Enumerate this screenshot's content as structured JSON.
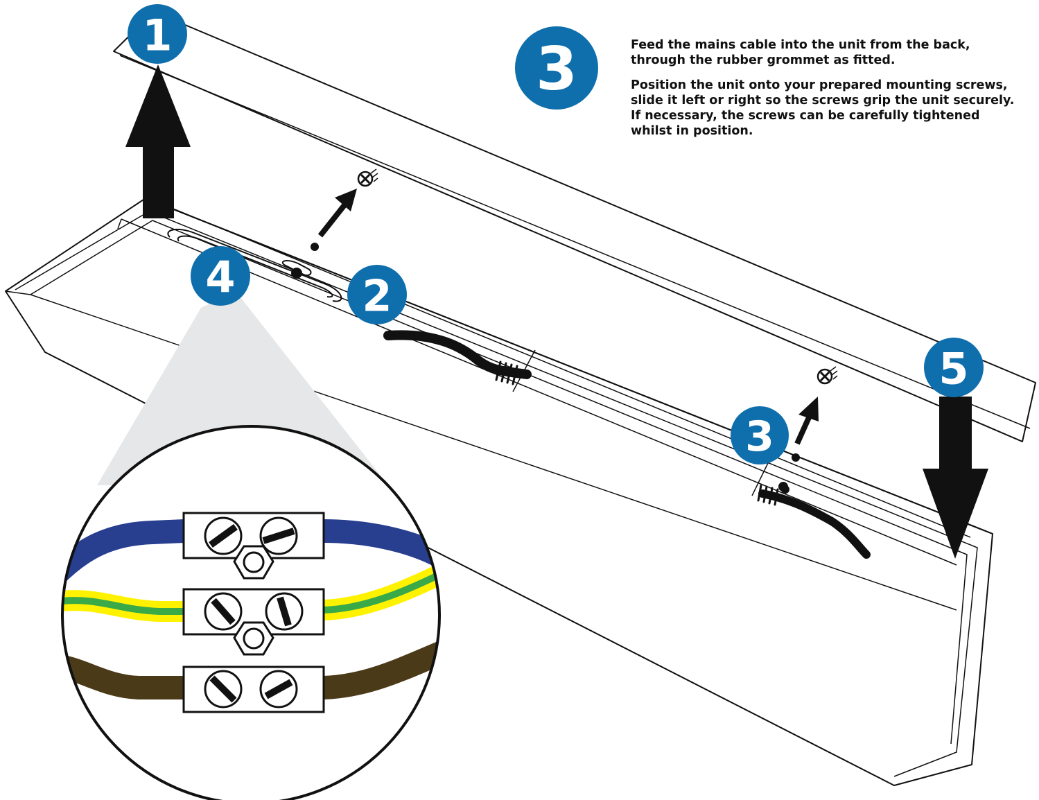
{
  "colors": {
    "badge": "#0f6fad",
    "wire_blue": "#283e8f",
    "wire_yellow": "#fff200",
    "wire_green": "#3aaa48",
    "wire_brown": "#4a3a18",
    "cone": "#e6e7e8",
    "outline": "#111111"
  },
  "steps": {
    "step1": "1",
    "step2": "2",
    "step3_main": "3",
    "step3_small": "3",
    "step4": "4",
    "step5": "5"
  },
  "instructions": {
    "paragraph1": "Feed the mains cable into the unit from the back, through the rubber grommet as fitted.",
    "paragraph2": "Position the unit onto your prepared mounting screws, slide it left or right so the screws grip the unit securely. If necessary, the screws can be carefully tightened whilst in position."
  },
  "icons": {
    "lift_arrow": "arrow-up-icon",
    "lower_arrow": "arrow-down-icon",
    "screw": "screw-icon",
    "terminal_block": "terminal-block-icon"
  }
}
